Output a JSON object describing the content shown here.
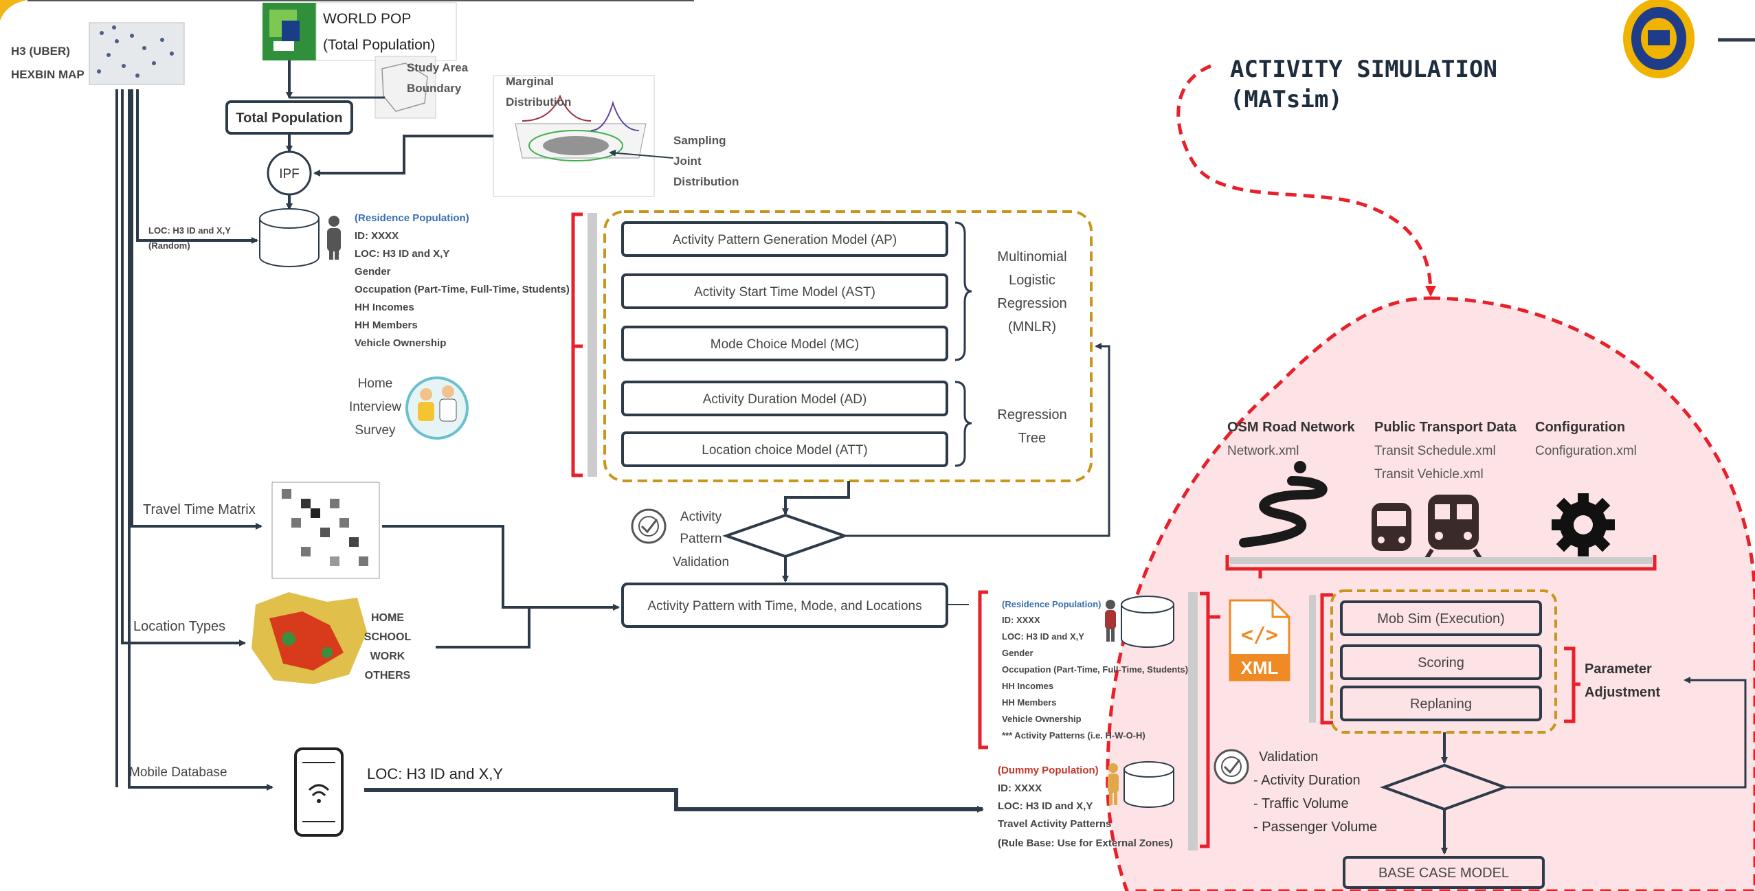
{
  "inputs": {
    "h3_map": [
      "H3 (UBER)",
      "HEXBIN MAP"
    ],
    "world_pop": [
      "WORLD POP",
      "(Total Population)"
    ],
    "study_area": [
      "Study Area",
      "Boundary"
    ],
    "total_population": "Total Population",
    "ipf": "IPF",
    "marginal": [
      "Marginal",
      "Distribution"
    ],
    "sampling": [
      "Sampling",
      "Joint",
      "Distribution"
    ]
  },
  "loc_random": [
    "LOC: H3 ID and X,Y",
    "(Random)"
  ],
  "residence": {
    "title": "(Residence Population)",
    "lines": [
      "ID: XXXX",
      "LOC: H3 ID and X,Y",
      "Gender",
      "Occupation (Part-Time, Full-Time, Students)",
      "HH Incomes",
      "HH Members",
      "Vehicle Ownership"
    ]
  },
  "survey": [
    "Home",
    "Interview",
    "Survey"
  ],
  "models": {
    "mnlr": [
      "Activity Pattern Generation Model (AP)",
      "Activity Start Time Model (AST)",
      "Mode Choice Model (MC)"
    ],
    "tree": [
      "Activity Duration Model (AD)",
      "Location choice Model (ATT)"
    ],
    "mnlr_label": [
      "Multinomial",
      "Logistic",
      "Regression",
      "(MNLR)"
    ],
    "tree_label": [
      "Regression",
      "Tree"
    ]
  },
  "validation": [
    "Activity",
    "Pattern",
    "Validation"
  ],
  "output_box": "Activity Pattern with Time, Mode, and Locations",
  "travel_time_matrix": "Travel Time Matrix",
  "location_types": {
    "label": "Location Types",
    "items": [
      "HOME",
      "SCHOOL",
      "WORK",
      "OTHERS"
    ]
  },
  "mobile": {
    "label": "Mobile Database",
    "loc": "LOC: H3 ID and X,Y"
  },
  "residence2": {
    "title": "(Residence Population)",
    "lines": [
      "ID: XXXX",
      "LOC: H3 ID and X,Y",
      "Gender",
      "Occupation (Part-Time, Full-Time, Students)",
      "HH Incomes",
      "HH Members",
      "Vehicle Ownership",
      "*** Activity Patterns (i.e. H-W-O-H)"
    ]
  },
  "dummy": {
    "title": "(Dummy Population)",
    "lines": [
      "ID: XXXX",
      "LOC: H3 ID and X,Y",
      "Travel Activity Patterns",
      "(Rule Base: Use for External Zones)"
    ]
  },
  "sim": {
    "title": [
      "ACTIVITY SIMULATION",
      "(MATsim)"
    ],
    "osm": [
      "OSM Road Network",
      "Network.xml"
    ],
    "pt": [
      "Public Transport Data",
      "Transit Schedule.xml",
      "Transit Vehicle.xml"
    ],
    "config": [
      "Configuration",
      "Configuration.xml"
    ],
    "xml_label": "XML",
    "loop": [
      "Mob Sim (Execution)",
      "Scoring",
      "Replaning"
    ],
    "param": [
      "Parameter",
      "Adjustment"
    ],
    "validation": [
      "Validation",
      "- Activity Duration",
      "- Traffic Volume",
      "- Passenger Volume"
    ],
    "base_case": "BASE CASE MODEL"
  },
  "colors": {
    "red": "#e8202a",
    "gold": "#c8961a",
    "navy": "#2c3a4a",
    "pink": "#fbe0e3",
    "blue_title": "#3a6fb0",
    "dark_red_title": "#c0392b"
  }
}
